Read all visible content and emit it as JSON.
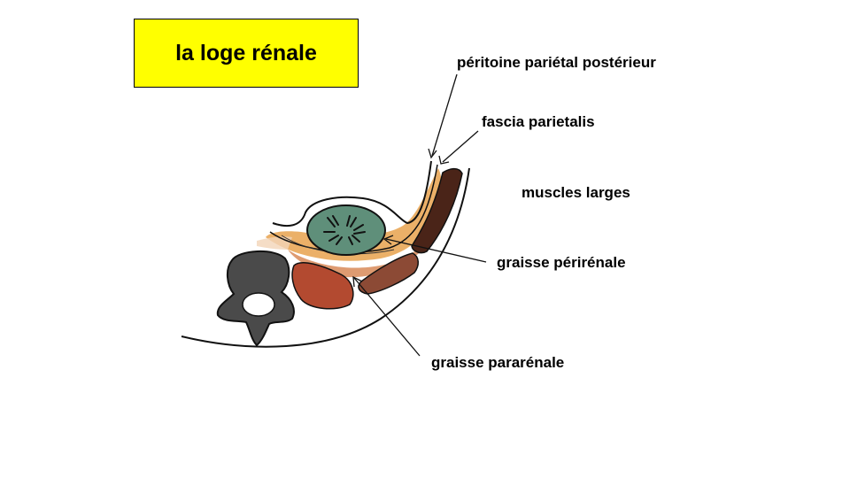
{
  "title": "la loge rénale",
  "labels": {
    "peritoine": "péritoine pariétal postérieur",
    "fascia": "fascia parietalis",
    "muscles": "muscles larges",
    "graisse_perirenale": "graisse périrénale",
    "graisse_pararenale": "graisse pararénale"
  },
  "colors": {
    "title_background": "#ffff00",
    "kidney": "#5f8f7a",
    "perirenal_fat": "#e8a24e",
    "pararenal_fat": "#d88a58",
    "psoas": "#b34a30",
    "muscle_dark": "#4a2418",
    "muscle_brown": "#8c4a35",
    "vertebra": "#4a4a4a"
  }
}
